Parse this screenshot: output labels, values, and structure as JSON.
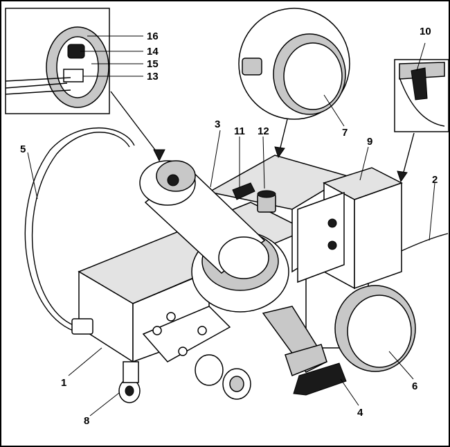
{
  "figure": {
    "callouts": [
      {
        "id": "1",
        "label": "1"
      },
      {
        "id": "2",
        "label": "2"
      },
      {
        "id": "3",
        "label": "3"
      },
      {
        "id": "4",
        "label": "4"
      },
      {
        "id": "5",
        "label": "5"
      },
      {
        "id": "6",
        "label": "6"
      },
      {
        "id": "7",
        "label": "7"
      },
      {
        "id": "8",
        "label": "8"
      },
      {
        "id": "9",
        "label": "9"
      },
      {
        "id": "10",
        "label": "10"
      },
      {
        "id": "11",
        "label": "11"
      },
      {
        "id": "12",
        "label": "12"
      },
      {
        "id": "13",
        "label": "13"
      },
      {
        "id": "14",
        "label": "14"
      },
      {
        "id": "15",
        "label": "15"
      },
      {
        "id": "16",
        "label": "16"
      }
    ],
    "colors": {
      "line": "#000000",
      "fill_light": "#e3e3e3",
      "fill_mid": "#c8c8c8",
      "background": "#ffffff"
    }
  }
}
